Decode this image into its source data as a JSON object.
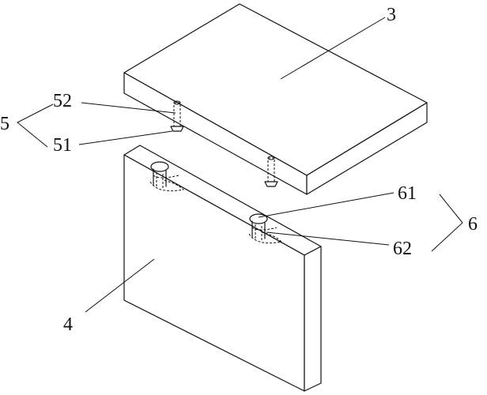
{
  "labels": {
    "top_plate": "3",
    "bottom_plate": "4",
    "group_5": "5",
    "part_52": "52",
    "part_51": "51",
    "group_6": "6",
    "part_61": "61",
    "part_62": "62"
  }
}
